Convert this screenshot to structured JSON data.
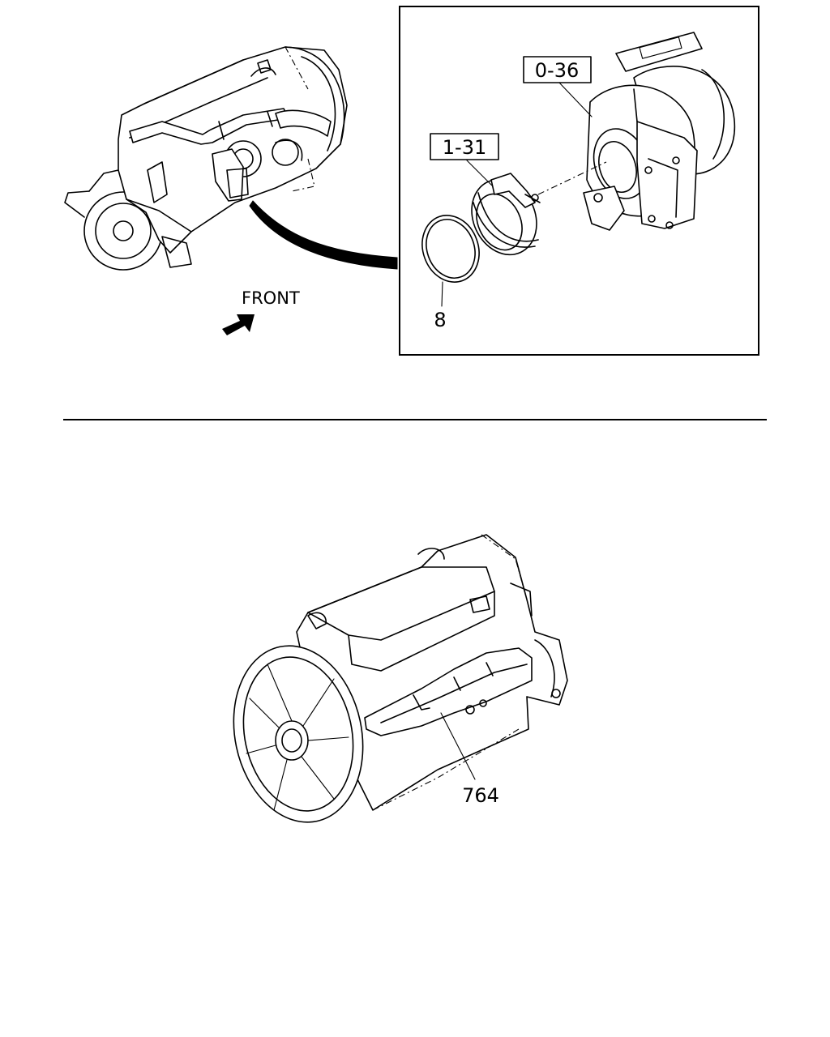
{
  "diagram": {
    "top_view": {
      "direction_label": "FRONT",
      "callouts": {
        "turbocharger": "0-36",
        "clamp": "1-31",
        "gasket": "8"
      }
    },
    "bottom_view": {
      "callouts": {
        "heat_shield": "764"
      }
    }
  },
  "colors": {
    "ink": "#000000",
    "paper": "#ffffff"
  }
}
